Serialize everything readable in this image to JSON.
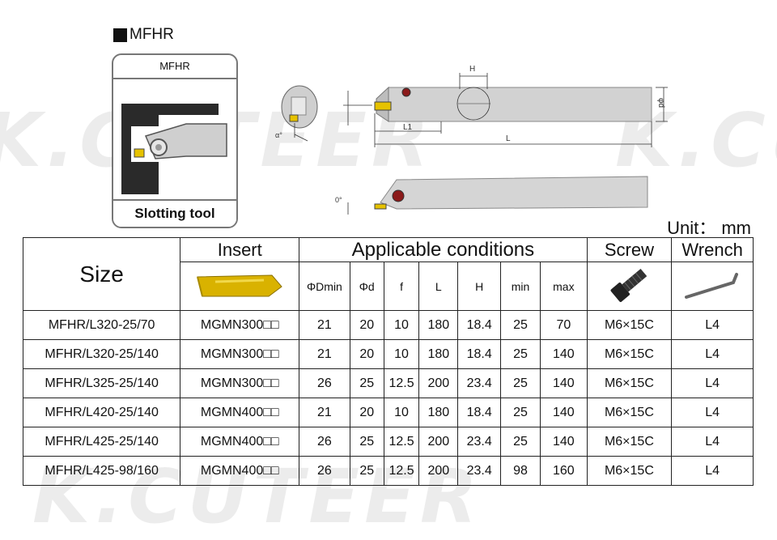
{
  "watermark": "K.CUTEER",
  "section_title": "MFHR",
  "icon_card": {
    "header": "MFHR",
    "caption": "Slotting tool"
  },
  "drawing_labels": {
    "H": "H",
    "phi_d": "φd",
    "L1": "L1",
    "L": "L",
    "alpha": "α°",
    "zero_deg": "0°"
  },
  "unit_text": "Unit： mm",
  "table": {
    "header": {
      "size": "Size",
      "insert": "Insert",
      "conditions": "Applicable conditions",
      "screw": "Screw",
      "wrench": "Wrench"
    },
    "sub_headers": [
      "ΦDmin",
      "Φd",
      "f",
      "L",
      "H",
      "min",
      "max"
    ],
    "rows": [
      {
        "size": "MFHR/L320-25/70",
        "insert": "MGMN300□□",
        "dmin": "21",
        "d": "20",
        "f": "10",
        "L": "180",
        "H": "18.4",
        "min": "25",
        "max": "70",
        "screw": "M6×15C",
        "wrench": "L4"
      },
      {
        "size": "MFHR/L320-25/140",
        "insert": "MGMN300□□",
        "dmin": "21",
        "d": "20",
        "f": "10",
        "L": "180",
        "H": "18.4",
        "min": "25",
        "max": "140",
        "screw": "M6×15C",
        "wrench": "L4"
      },
      {
        "size": "MFHR/L325-25/140",
        "insert": "MGMN300□□",
        "dmin": "26",
        "d": "25",
        "f": "12.5",
        "L": "200",
        "H": "23.4",
        "min": "25",
        "max": "140",
        "screw": "M6×15C",
        "wrench": "L4"
      },
      {
        "size": "MFHR/L420-25/140",
        "insert": "MGMN400□□",
        "dmin": "21",
        "d": "20",
        "f": "10",
        "L": "180",
        "H": "18.4",
        "min": "25",
        "max": "140",
        "screw": "M6×15C",
        "wrench": "L4"
      },
      {
        "size": "MFHR/L425-25/140",
        "insert": "MGMN400□□",
        "dmin": "26",
        "d": "25",
        "f": "12.5",
        "L": "200",
        "H": "23.4",
        "min": "25",
        "max": "140",
        "screw": "M6×15C",
        "wrench": "L4"
      },
      {
        "size": "MFHR/L425-98/160",
        "insert": "MGMN400□□",
        "dmin": "26",
        "d": "25",
        "f": "12.5",
        "L": "200",
        "H": "23.4",
        "min": "98",
        "max": "160",
        "screw": "M6×15C",
        "wrench": "L4"
      }
    ]
  },
  "colors": {
    "insert_gold": "#d9b200",
    "tool_grey": "#c9c9c9",
    "screw_head": "#8b1a1a"
  }
}
